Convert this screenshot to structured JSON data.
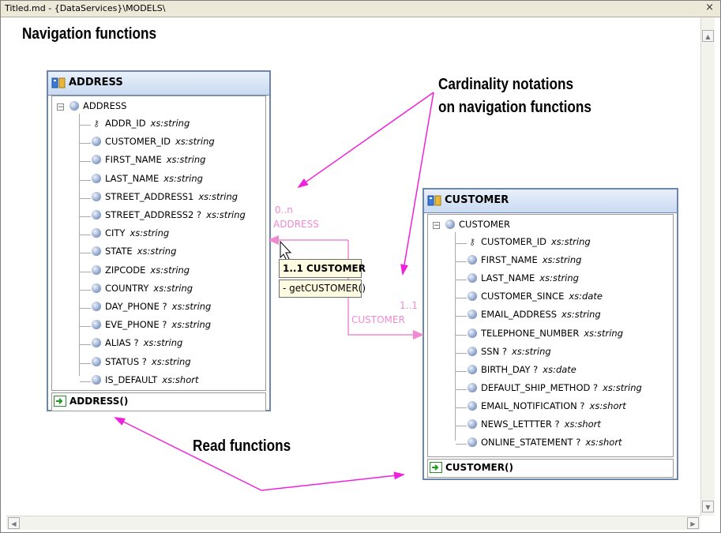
{
  "window": {
    "title": "Titled.md - {DataServices}\\MODELS\\",
    "close_glyph": "×"
  },
  "annotations": {
    "navigation": "Navigation functions",
    "cardinality_line1": "Cardinality notations",
    "cardinality_line2": "on navigation functions",
    "read": "Read functions"
  },
  "address": {
    "title": "ADDRESS",
    "root": "ADDRESS",
    "fields": [
      {
        "name": "ADDR_ID",
        "type": "xs:string",
        "icon": "key-icon"
      },
      {
        "name": "CUSTOMER_ID",
        "type": "xs:string",
        "icon": "element-icon"
      },
      {
        "name": "FIRST_NAME",
        "type": "xs:string",
        "icon": "element-icon"
      },
      {
        "name": "LAST_NAME",
        "type": "xs:string",
        "icon": "element-icon"
      },
      {
        "name": "STREET_ADDRESS1",
        "type": "xs:string",
        "icon": "element-icon"
      },
      {
        "name": "STREET_ADDRESS2 ?",
        "type": "xs:string",
        "icon": "element-icon"
      },
      {
        "name": "CITY",
        "type": "xs:string",
        "icon": "element-icon"
      },
      {
        "name": "STATE",
        "type": "xs:string",
        "icon": "element-icon"
      },
      {
        "name": "ZIPCODE",
        "type": "xs:string",
        "icon": "element-icon"
      },
      {
        "name": "COUNTRY",
        "type": "xs:string",
        "icon": "element-icon"
      },
      {
        "name": "DAY_PHONE ?",
        "type": "xs:string",
        "icon": "element-icon"
      },
      {
        "name": "EVE_PHONE ?",
        "type": "xs:string",
        "icon": "element-icon"
      },
      {
        "name": "ALIAS ?",
        "type": "xs:string",
        "icon": "element-icon"
      },
      {
        "name": "STATUS ?",
        "type": "xs:string",
        "icon": "element-icon"
      },
      {
        "name": "IS_DEFAULT",
        "type": "xs:short",
        "icon": "element-icon"
      }
    ],
    "read_function": "ADDRESS()"
  },
  "customer": {
    "title": "CUSTOMER",
    "root": "CUSTOMER",
    "fields": [
      {
        "name": "CUSTOMER_ID",
        "type": "xs:string",
        "icon": "key-icon"
      },
      {
        "name": "FIRST_NAME",
        "type": "xs:string",
        "icon": "element-icon"
      },
      {
        "name": "LAST_NAME",
        "type": "xs:string",
        "icon": "element-icon"
      },
      {
        "name": "CUSTOMER_SINCE",
        "type": "xs:date",
        "icon": "element-icon"
      },
      {
        "name": "EMAIL_ADDRESS",
        "type": "xs:string",
        "icon": "element-icon"
      },
      {
        "name": "TELEPHONE_NUMBER",
        "type": "xs:string",
        "icon": "element-icon"
      },
      {
        "name": "SSN ?",
        "type": "xs:string",
        "icon": "element-icon"
      },
      {
        "name": "BIRTH_DAY ?",
        "type": "xs:date",
        "icon": "element-icon"
      },
      {
        "name": "DEFAULT_SHIP_METHOD ?",
        "type": "xs:string",
        "icon": "element-icon"
      },
      {
        "name": "EMAIL_NOTIFICATION ?",
        "type": "xs:short",
        "icon": "element-icon"
      },
      {
        "name": "NEWS_LETTTER ?",
        "type": "xs:short",
        "icon": "element-icon"
      },
      {
        "name": "ONLINE_STATEMENT ?",
        "type": "xs:short",
        "icon": "element-icon"
      }
    ],
    "read_function": "CUSTOMER()"
  },
  "relationship": {
    "address_end_multiplicity": "0..n",
    "address_end_role": "ADDRESS",
    "customer_end_multiplicity": "1..1",
    "customer_end_role": "CUSTOMER",
    "tooltip_title": "1..1 CUSTOMER",
    "tooltip_function": "- getCUSTOMER()"
  },
  "colors": {
    "annotation_arrow": "#ee22dd",
    "relationship": "#f08ad0",
    "entity_border": "#6b86b0"
  }
}
